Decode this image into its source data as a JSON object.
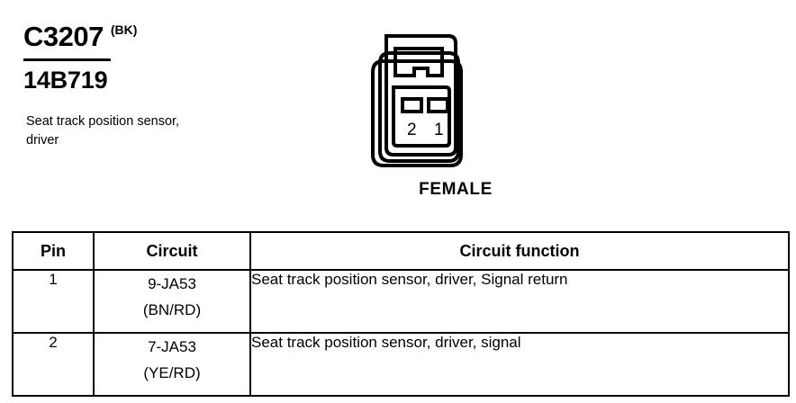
{
  "identification": {
    "connector_code": "C3207",
    "color_code": "(BK)",
    "part_number": "14B719",
    "description": "Seat track position sensor, driver"
  },
  "figure": {
    "gender_label": "FEMALE",
    "cavity_labels": [
      "2",
      "1"
    ],
    "icon_name": "connector-female-2-cavity",
    "line_color": "#000000",
    "fill_color": "#ffffff"
  },
  "table": {
    "headers": {
      "pin": "Pin",
      "circuit": "Circuit",
      "function": "Circuit function"
    },
    "rows": [
      {
        "pin": "1",
        "circuit_code": "9-JA53",
        "circuit_color": "(BN/RD)",
        "function": "Seat track position sensor, driver, Signal return"
      },
      {
        "pin": "2",
        "circuit_code": "7-JA53",
        "circuit_color": "(YE/RD)",
        "function": "Seat track position sensor, driver, signal"
      }
    ]
  }
}
